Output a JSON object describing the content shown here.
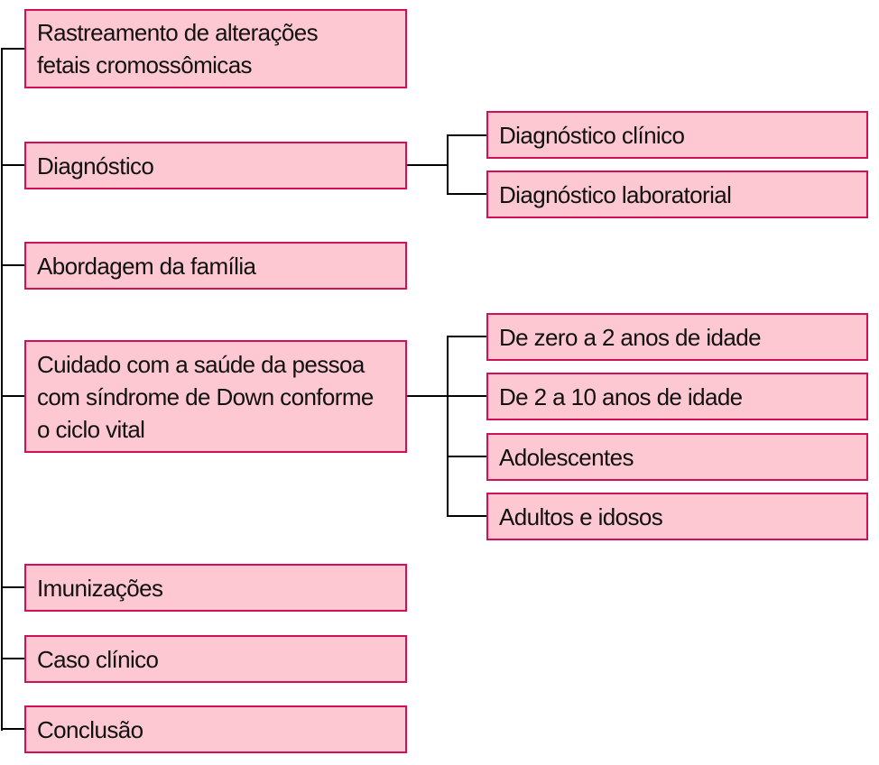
{
  "main_items": [
    {
      "label": "Rastreamento de alterações fetais cromossômicas"
    },
    {
      "label": "Diagnóstico"
    },
    {
      "label": "Abordagem da família"
    },
    {
      "label": "Cuidado com a saúde da pessoa com síndrome de Down conforme o ciclo vital"
    },
    {
      "label": "Imunizações"
    },
    {
      "label": "Caso clínico"
    },
    {
      "label": "Conclusão"
    }
  ],
  "diagnostico_children": [
    {
      "label": "Diagnóstico clínico"
    },
    {
      "label": "Diagnóstico laboratorial"
    }
  ],
  "cuidado_children": [
    {
      "label": "De zero a 2 anos de idade"
    },
    {
      "label": "De 2 a 10 anos de idade"
    },
    {
      "label": "Adolescentes"
    },
    {
      "label": "Adultos e idosos"
    }
  ],
  "colors": {
    "fill": "#fec8d2",
    "border": "#d2105a",
    "line": "#000000"
  }
}
